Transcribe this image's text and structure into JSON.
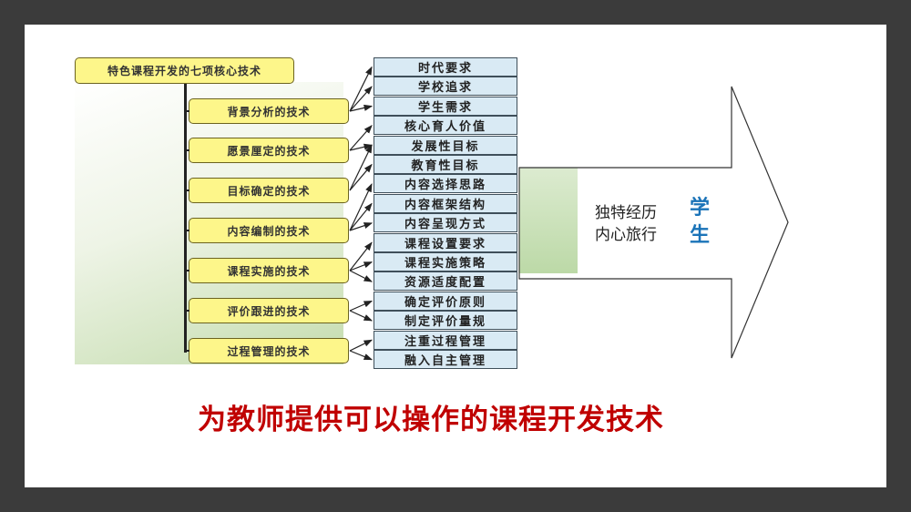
{
  "root": "特色课程开发的七项核心技术",
  "techniques": [
    "背景分析的技术",
    "愿景厘定的技术",
    "目标确定的技术",
    "内容编制的技术",
    "课程实施的技术",
    "评价跟进的技术",
    "过程管理的技术"
  ],
  "items": [
    "时代要求",
    "学校追求",
    "学生需求",
    "核心育人价值",
    "发展性目标",
    "教育性目标",
    "内容选择思路",
    "内容框架结构",
    "内容呈现方式",
    "课程设置要求",
    "课程实施策略",
    "资源适度配置",
    "确定评价原则",
    "制定评价量规",
    "注重过程管理",
    "融入自主管理"
  ],
  "links": [
    [
      0,
      1,
      2
    ],
    [
      3,
      4
    ],
    [
      4,
      5
    ],
    [
      6,
      7,
      8
    ],
    [
      9,
      10,
      11
    ],
    [
      12,
      13
    ],
    [
      14,
      15
    ]
  ],
  "arrow": {
    "line1": "独特经历",
    "line2": "内心旅行",
    "student": "学生"
  },
  "title": "为教师提供可以操作的课程开发技术",
  "colors": {
    "title": "#c00000",
    "student": "#1a73b8",
    "yellow": "#fdf68a",
    "blue": "#d9eaf4"
  }
}
